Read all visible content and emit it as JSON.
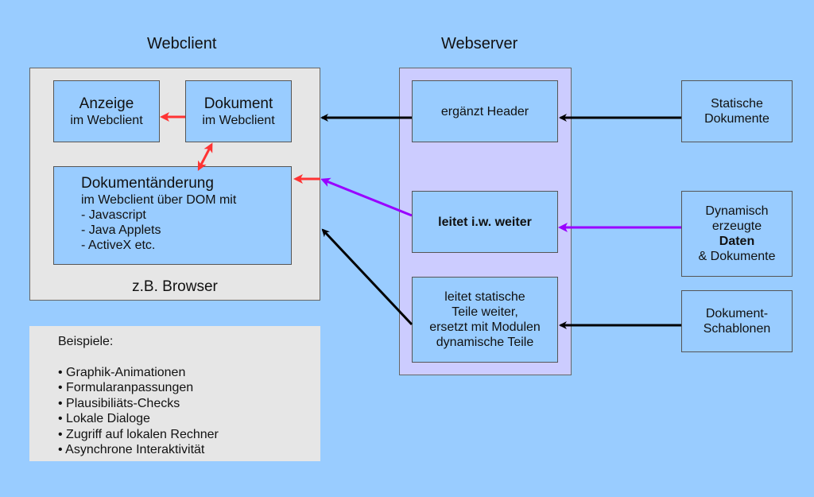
{
  "titles": {
    "webclient": "Webclient",
    "webserver": "Webserver"
  },
  "webclient": {
    "footer": "z.B. Browser",
    "anzeige": {
      "line1": "Anzeige",
      "line2": "im Webclient"
    },
    "dokument": {
      "line1": "Dokument",
      "line2": "im Webclient"
    },
    "aenderung": {
      "line1": "Dokumentänderung",
      "line2": "im Webclient über DOM mit",
      "items": [
        "- Javascript",
        "- Java Applets",
        "- ActiveX etc."
      ]
    }
  },
  "webserver": {
    "header_box": "ergänzt Header",
    "forward_box": "leitet i.w. weiter",
    "template_box": [
      "leitet statische",
      "Teile weiter,",
      "ersetzt mit Modulen",
      "dynamische Teile"
    ]
  },
  "sources": {
    "static": [
      "Statische",
      "Dokumente"
    ],
    "dynamic": {
      "line1": "Dynamisch",
      "line2": "erzeugte",
      "bold": "Daten",
      "line4": "& Dokumente"
    },
    "templates": [
      "Dokument-",
      "Schablonen"
    ]
  },
  "examples": {
    "heading": "Beispiele:",
    "items": [
      "• Graphik-Animationen",
      "• Formularanpassungen",
      "• Plausibiliäts-Checks",
      "• Lokale Dialoge",
      "• Zugriff auf lokalen Rechner",
      "• Asynchrone Interaktivität"
    ]
  },
  "colors": {
    "background": "#99ccff",
    "client_panel": "#e6e6e6",
    "server_panel": "#ccccff",
    "arrow_black": "#000000",
    "arrow_red": "#ff3333",
    "arrow_purple": "#9900ff"
  }
}
